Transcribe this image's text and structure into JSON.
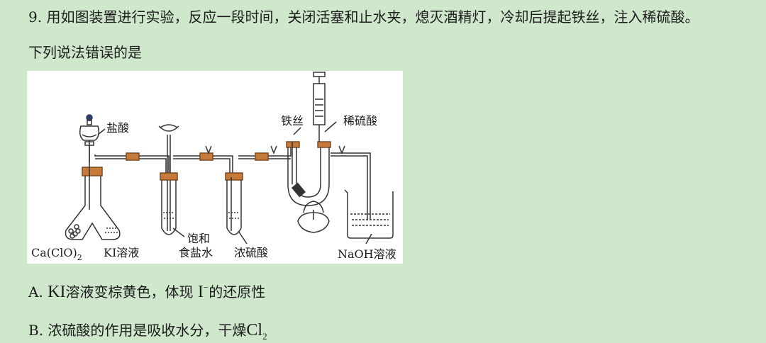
{
  "question": {
    "line1": "9. 用如图装置进行实验，反应一段时间，关闭活塞和止水夹，熄灭酒精灯，冷却后提起铁丝，注入稀硫酸。",
    "line2": "下列说法错误的是"
  },
  "figure": {
    "labels": {
      "hcl": "盐酸",
      "caclo2": "Ca(ClO)",
      "caclo2_sub": "2",
      "ki": "KI溶液",
      "sat_salt_1": "饱和",
      "sat_salt_2": "食盐水",
      "conc_h2so4": "浓硫酸",
      "iron_wire": "铁丝",
      "dilute_h2so4": "稀硫酸",
      "naoh": "NaOH溶液"
    }
  },
  "options": {
    "a": {
      "letter": "A.",
      "formula": "KI",
      "text1": "溶液变棕黄色，体现",
      "ion": "I",
      "ion_sup": "−",
      "text2": "的还原性"
    },
    "b": {
      "letter": "B.",
      "text1": "浓硫酸的作用是吸收水分，干燥",
      "formula": "Cl",
      "formula_sub": "2"
    }
  }
}
